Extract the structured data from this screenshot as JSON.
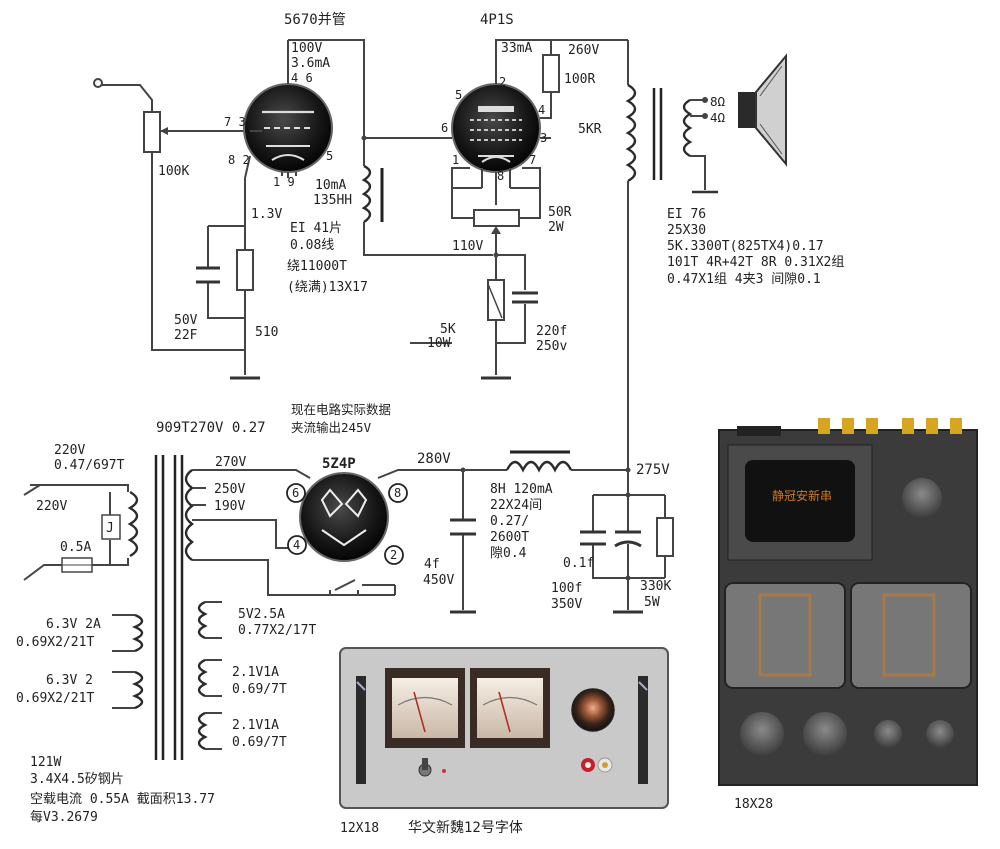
{
  "colors": {
    "wire": "#444444",
    "tube_glass": "#1c1c1c",
    "chassis": "#3b3b3b",
    "panel": "#c9c9c9",
    "vu_needle": "#b03020",
    "rca_red": "#c8202a",
    "binding_post_gold": "#d8a520"
  },
  "icons": [
    "speaker-icon",
    "tube-icon",
    "rectifier-tube-icon",
    "vu-meter-icon",
    "volume-knob-icon",
    "toggle-switch-icon",
    "rca-jack-icon",
    "transformer-icon"
  ],
  "driver": {
    "title": "5670并管",
    "v": "100V",
    "ma": "3.6mA",
    "pins_top": "4 6",
    "pins_left_top": "7 3",
    "pins_left_bot": "8 2",
    "pin_5": "5",
    "pins_bot": "1 9",
    "cathode_v": "1.3V",
    "cap": "50V",
    "cap_val": "22F",
    "res": "510",
    "pot": "100K"
  },
  "choke1": {
    "ma": "10mA",
    "h": "135HH",
    "core": "EI 41片",
    "wire": "0.08线",
    "turns": "绕11000T",
    "size": "(绕满)13X17"
  },
  "output": {
    "title": "4P1S",
    "ma": "33mA",
    "v": "260V",
    "r": "100R",
    "pin2": "2",
    "pin4": "4",
    "pin5": "5",
    "pin6": "6",
    "pin3": "3",
    "pin1": "1",
    "pin7": "7",
    "pin8": "8",
    "g2r": "5KR",
    "hum_pot": "50R",
    "hum_pot_w": "2W",
    "k_v": "110V",
    "kr": "5K",
    "kr_w": "10W",
    "kc": "220f",
    "kc_v": "250v"
  },
  "opt": {
    "imp8": "8Ω",
    "imp4": "4Ω",
    "core": "EI 76",
    "size": "25X30",
    "pri": "5K.3300T(825TX4)0.17",
    "sec": "101T 4R+42T 8R 0.31X2组",
    "sec2": "0.47X1组 4夹3 间隙0.1"
  },
  "note": {
    "line1": "现在电路实际数据",
    "line2": "夹流输出245V"
  },
  "ptx": {
    "primary": "909T270V 0.27",
    "mains": "220V",
    "mains_wire": "0.47/697T",
    "sw_v": "220V",
    "fuse": "0.5A",
    "lamp": "J",
    "hv_270": "270V",
    "hv_250": "250V",
    "hv_190": "190V",
    "f1": "6.3V 2A",
    "f1w": "0.69X2/21T",
    "f2": "6.3V 2",
    "f2w": "0.69X2/21T",
    "r5v": "5V2.5A",
    "r5vw": "0.77X2/17T",
    "f3": "2.1V1A",
    "f3w": "0.69/7T",
    "f4": "2.1V1A",
    "f4w": "0.69/7T",
    "power": "121W",
    "core": "3.4X4.5矽钢片",
    "noload": "空载电流 0.55A 截面积13.77",
    "vpt": "每V3.2679"
  },
  "rect": {
    "title": "5Z4P",
    "p6": "6",
    "p8": "8",
    "p4": "4",
    "p2": "2",
    "out_v": "280V",
    "cap": "4f",
    "cap_v": "450V"
  },
  "choke2": {
    "l": "8H 120mA",
    "size": "22X24间",
    "wire": "0.27/",
    "turns": "2600T",
    "gap": "隙0.4",
    "b_v": "275V",
    "c1": "0.1f",
    "c2": "100f",
    "c2v": "350V",
    "rb": "330K",
    "rbw": "5W"
  },
  "front": {
    "size": "12X18",
    "font": "华文新魏12号字体"
  },
  "chassis": {
    "label": "静冠安新串",
    "size": "18X28"
  }
}
